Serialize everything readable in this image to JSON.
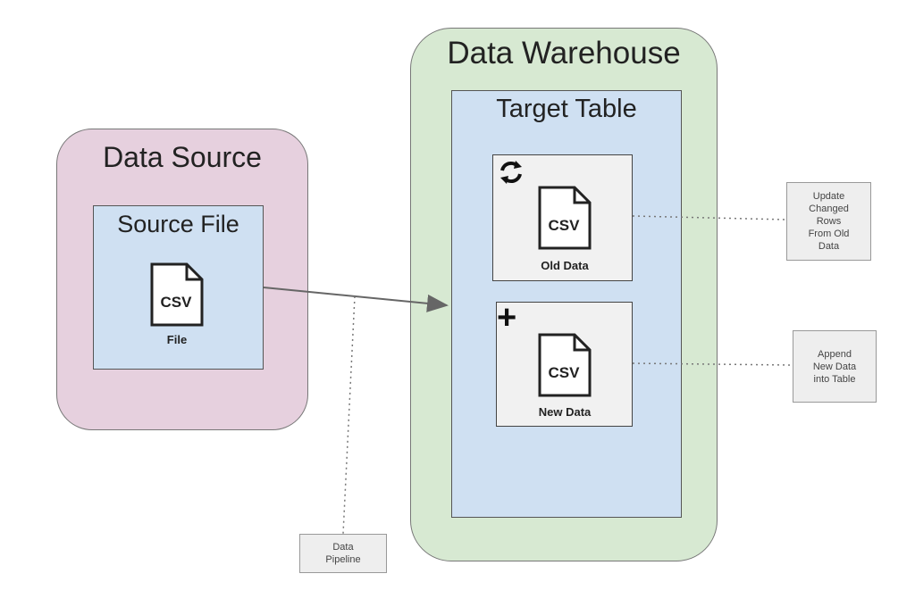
{
  "data_source": {
    "title": "Data Source",
    "source_file": {
      "title": "Source File",
      "doc_text": "CSV",
      "label": "File"
    }
  },
  "data_warehouse": {
    "title": "Data Warehouse",
    "target_table": {
      "title": "Target Table",
      "old_data": {
        "doc_text": "CSV",
        "label": "Old Data",
        "icon": "sync-icon"
      },
      "new_data": {
        "doc_text": "CSV",
        "label": "New Data",
        "icon": "plus-icon"
      }
    }
  },
  "notes": {
    "update": [
      "Update",
      "Changed",
      "Rows",
      "From Old",
      "Data"
    ],
    "append": [
      "Append",
      "New Data",
      "into Table"
    ],
    "pipeline": [
      "Data",
      "Pipeline"
    ]
  },
  "colors": {
    "source_bg": "#e6d0de",
    "warehouse_bg": "#d7e9d2",
    "table_bg": "#cfe0f2",
    "box_bg": "#f1f1f1",
    "note_bg": "#eeeeee"
  }
}
